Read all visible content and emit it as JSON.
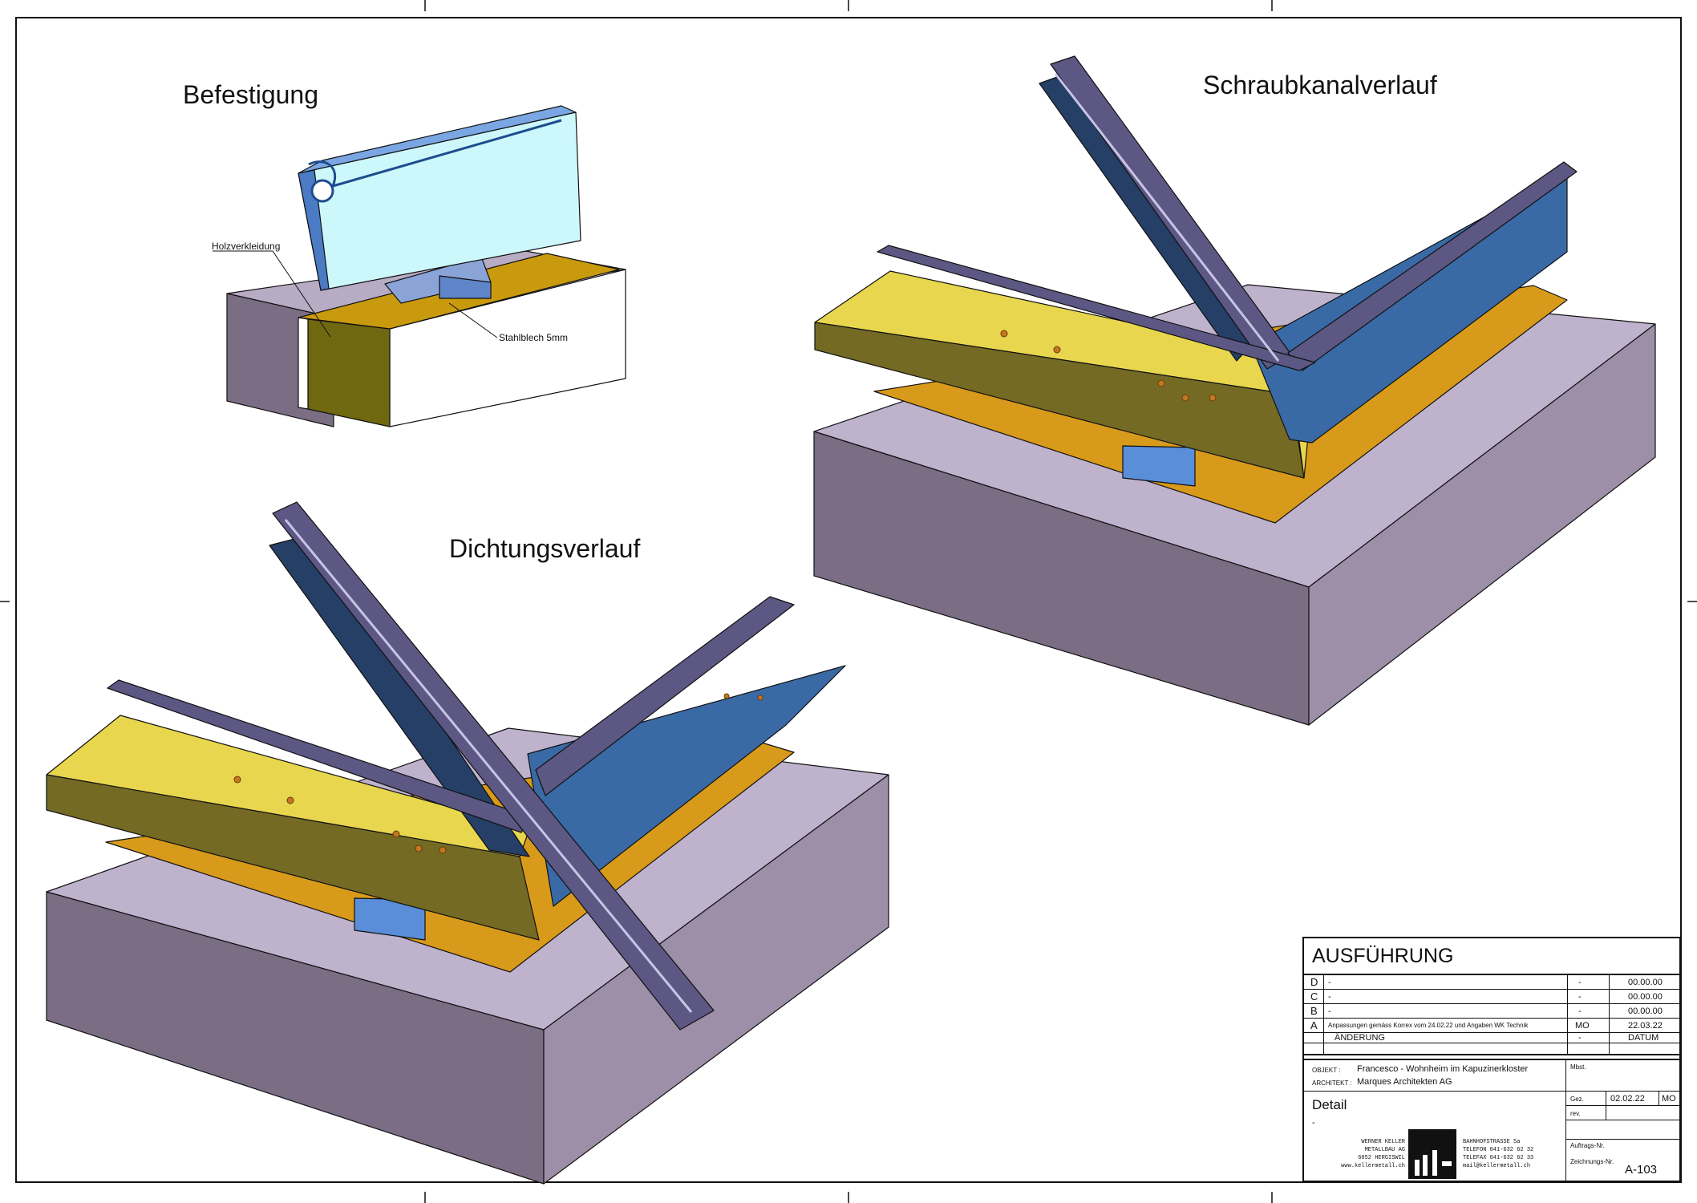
{
  "headings": {
    "befestigung": "Befestigung",
    "schraubkanal": "Schraubkanalverlauf",
    "dichtung": "Dichtungsverlauf"
  },
  "callouts": {
    "holz": "Holzverkleidung",
    "stahl": "Stahlblech 5mm"
  },
  "colors": {
    "concrete_top": "#bfb2cd",
    "concrete_left": "#7a6d84",
    "concrete_right": "#9d8fa8",
    "timber_yellow": "#e8d64e",
    "timber_dark": "#746a24",
    "plate_orange": "#d89a1a",
    "profile_blue": "#3a6aa5",
    "profile_dark": "#253f66",
    "gasket_purple": "#5c5783",
    "glass_cyan": "#cdf8fb"
  },
  "title_block": {
    "status": "AUSFÜHRUNG",
    "revisions": [
      {
        "letter": "D",
        "text": "-",
        "by": "-",
        "date": "00.00.00"
      },
      {
        "letter": "C",
        "text": "-",
        "by": "-",
        "date": "00.00.00"
      },
      {
        "letter": "B",
        "text": "-",
        "by": "-",
        "date": "00.00.00"
      },
      {
        "letter": "A",
        "text": "Anpassungen gemäss Korrex vom 24.02.22 und Angaben WK Technik",
        "by": "MO",
        "date": "22.03.22"
      }
    ],
    "header_change": "ÄNDERUNG",
    "header_by": "-",
    "header_date": "DATUM",
    "objekt_label": "OBJEKT :",
    "objekt": "Francesco - Wohnheim im Kapuzinerkloster",
    "architekt_label": "ARCHITEKT :",
    "architekt": "Marques Architekten AG",
    "massstab_label": "Mbst.",
    "detail": "Detail",
    "detail_sub": "-",
    "gez_label": "Gez.",
    "gez_date": "02.02.22",
    "gez_by": "MO",
    "rev_label": "rev.",
    "auftrag_label": "Auftrags-Nr.",
    "zeichnung_label": "Zeichnungs-Nr.",
    "zeichnung_nr": "A-103",
    "company": [
      "WERNER KELLER",
      "METALLBAU AG",
      "6052 HERGISWIL",
      "www.kellermetall.ch"
    ],
    "address": [
      "BAHNHOFSTRASSE 5a",
      "TELEFON 041-632 62 32",
      "TELEFAX 041-632 62 33",
      "mail@kellermetall.ch"
    ]
  }
}
